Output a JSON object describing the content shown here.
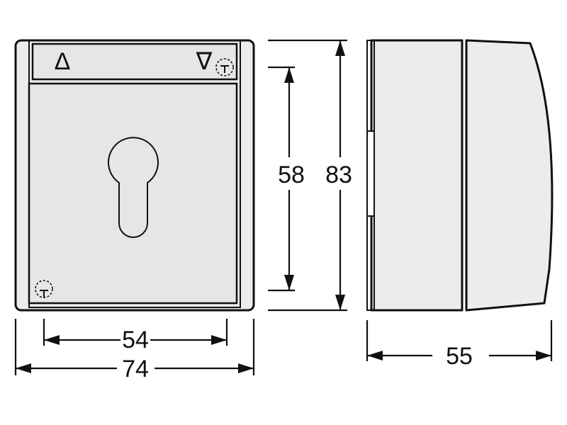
{
  "diagram": {
    "front_view": {
      "top_left_symbol": "Δ",
      "top_right_symbol": "∇"
    },
    "dimensions": {
      "inner_width": "54",
      "outer_width": "74",
      "inner_height": "58",
      "outer_height": "83",
      "depth": "55"
    },
    "colors": {
      "stroke": "#111111",
      "housing_fill": "#ececec",
      "panel_fill": "#e6e6e6"
    }
  }
}
